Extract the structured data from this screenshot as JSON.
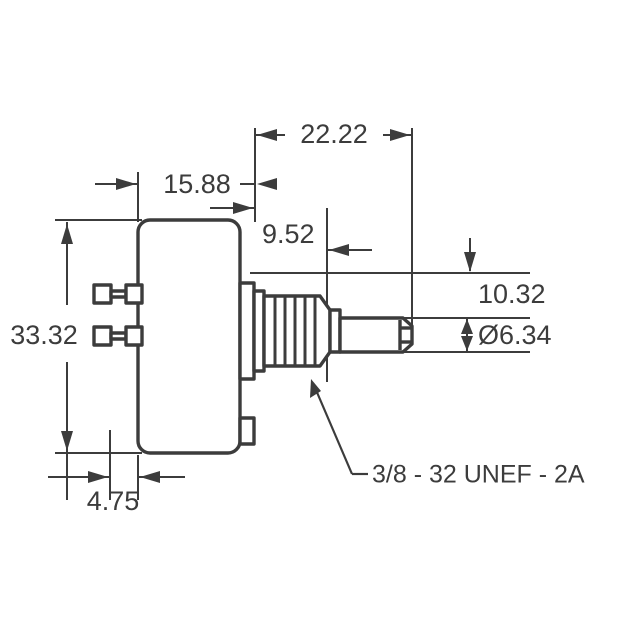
{
  "drawing": {
    "title": "Rotary Potentiometer Side View Dimensional Drawing",
    "units": "millimeters",
    "background_color": "#ffffff",
    "line_color": "#3c3c3c",
    "text_color": "#3c3c3c"
  },
  "dimensions": {
    "body_height": "33.32",
    "body_depth": "15.88",
    "overall_shaft_length": "22.22",
    "bushing_length": "9.52",
    "shaft_centerline_offset": "10.32",
    "shaft_diameter": "Ø6.34",
    "terminal_offset": "4.75"
  },
  "notes": {
    "thread_callout": "3/8 - 32 UNEF - 2A"
  },
  "parts": {
    "body": "potentiometer-body",
    "bushing": "threaded-bushing",
    "shaft": "drive-shaft",
    "shaft_slot": "shaft-end-slot",
    "terminal_upper": "terminal-pin-upper",
    "terminal_lower": "terminal-pin-lower",
    "mounting_tab": "mounting-tab"
  }
}
